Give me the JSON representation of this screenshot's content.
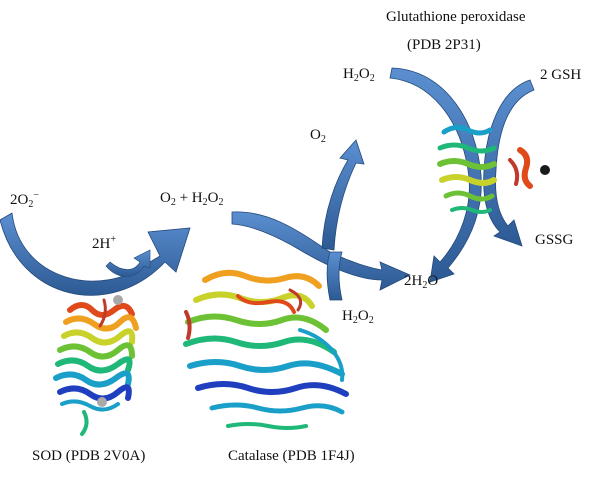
{
  "labels": {
    "superoxide_coeff": "2O",
    "superoxide_sub": "2",
    "superoxide_sup": "−",
    "protons": "2H",
    "protons_sup": "+",
    "products_o2_main": "O",
    "products_o2_sub": "2",
    "products_plus": " + H",
    "products_h2o2_sub": "2",
    "products_h2o2_o": "O",
    "products_h2o2_sub2": "2",
    "catalase_o2_main": "O",
    "catalase_o2_sub": "2",
    "catalase_h2o2_main": "H",
    "catalase_h2o2_sub": "2",
    "catalase_h2o2_o": "O",
    "catalase_h2o2_sub2": "2",
    "water_coeff": "2H",
    "water_sub": "2",
    "water_o": "O",
    "gpx_h2o2_main": "H",
    "gpx_h2o2_sub": "2",
    "gpx_h2o2_o": "O",
    "gpx_h2o2_sub2": "2",
    "gsh": "2 GSH",
    "gssg": "GSSG"
  },
  "enzymes": {
    "sod": "SOD (PDB 2V0A)",
    "catalase": "Catalase (PDB 1F4J)",
    "gpx_name": "Glutathione peroxidase",
    "gpx_pdb": "(PDB 2P31)"
  },
  "colors": {
    "arrow": "#3a6ba8",
    "arrow_dark": "#23497a",
    "protein_palette": [
      "#1f3fbf",
      "#1aa0c8",
      "#1fb879",
      "#6cc234",
      "#c8d22a",
      "#f0a020",
      "#e04a1a",
      "#c0392b"
    ]
  }
}
